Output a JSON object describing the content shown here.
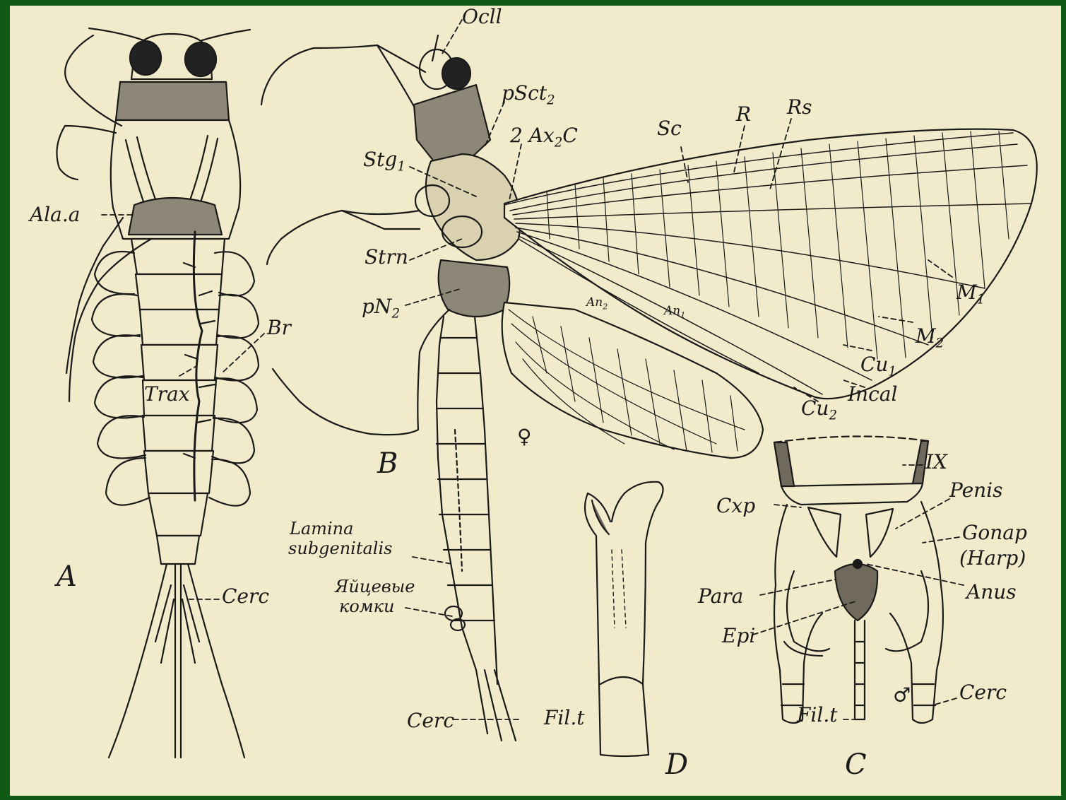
{
  "colors": {
    "frame": "#0f5a14",
    "paper": "#f2ebcb",
    "ink": "#1a1a1a",
    "shade": "#6f6a5c"
  },
  "figures": {
    "A": "A",
    "B": "B",
    "C": "C",
    "D": "D"
  },
  "labels": {
    "ocll": "Ocll",
    "psct2": "pSct",
    "psct2_sub": "2",
    "ax2c": "2 Ax",
    "ax2c_sub": "2",
    "ax2c_end": "C",
    "sc": "Sc",
    "r": "R",
    "rs": "Rs",
    "stg1": "Stg",
    "stg1_sub": "1",
    "strn": "Strn",
    "pn2": "pN",
    "pn2_sub": "2",
    "an2": "An",
    "an2_sub": "2",
    "an1": "An",
    "an1_sub": "1",
    "m1": "M",
    "m1_sub": "1",
    "m2": "M",
    "m2_sub": "2",
    "cu1": "Cu",
    "cu1_sub": "1",
    "incal": "Incal",
    "cu2": "Cu",
    "cu2_sub": "2",
    "female": "♀",
    "male": "♂",
    "ala_a": "Ala.a",
    "br": "Br",
    "trax": "Trax",
    "cerc_a": "Cerc",
    "lamina": "Lamina",
    "subgenitalis": "subgenitalis",
    "eggs1": "Яйцевые",
    "eggs2": "комки",
    "cerc_b": "Cerc",
    "filt_b": "Fil.t",
    "ix": "IX",
    "penis": "Penis",
    "cxp": "Cxp",
    "gonap": "Gonap",
    "harp": "(Harp)",
    "para": "Para",
    "anus": "Anus",
    "epi": "Epi",
    "filt_c": "Fil.t",
    "cerc_c": "Cerc"
  }
}
